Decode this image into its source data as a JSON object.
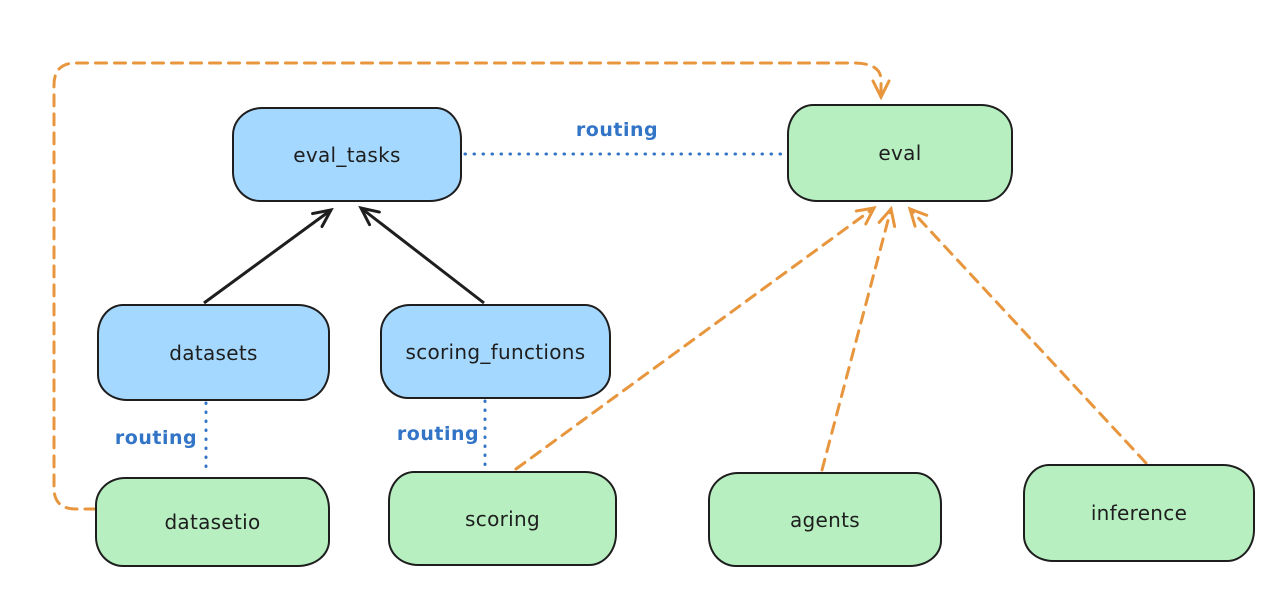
{
  "diagram": {
    "type": "architecture-flow",
    "nodes": [
      {
        "id": "eval_tasks",
        "label": "eval_tasks",
        "kind": "api",
        "fill": "#a5d8ff"
      },
      {
        "id": "eval",
        "label": "eval",
        "kind": "provider",
        "fill": "#b7efc1"
      },
      {
        "id": "datasets",
        "label": "datasets",
        "kind": "api",
        "fill": "#a5d8ff"
      },
      {
        "id": "scoring_functions",
        "label": "scoring_functions",
        "kind": "api",
        "fill": "#a5d8ff"
      },
      {
        "id": "datasetio",
        "label": "datasetio",
        "kind": "provider",
        "fill": "#b7efc1"
      },
      {
        "id": "scoring",
        "label": "scoring",
        "kind": "provider",
        "fill": "#b7efc1"
      },
      {
        "id": "agents",
        "label": "agents",
        "kind": "provider",
        "fill": "#b7efc1"
      },
      {
        "id": "inference",
        "label": "inference",
        "kind": "provider",
        "fill": "#b7efc1"
      }
    ],
    "edges": [
      {
        "from": "datasets",
        "to": "eval_tasks",
        "style": "solid-arrow",
        "color": "#1e1e1e",
        "label": ""
      },
      {
        "from": "scoring_functions",
        "to": "eval_tasks",
        "style": "solid-arrow",
        "color": "#1e1e1e",
        "label": ""
      },
      {
        "from": "eval_tasks",
        "to": "eval",
        "style": "dotted",
        "color": "#3274c6",
        "label": "routing"
      },
      {
        "from": "datasets",
        "to": "datasetio",
        "style": "dotted",
        "color": "#3274c6",
        "label": "routing"
      },
      {
        "from": "scoring_functions",
        "to": "scoring",
        "style": "dotted",
        "color": "#3274c6",
        "label": "routing"
      },
      {
        "from": "datasetio",
        "to": "eval",
        "style": "dashed-arrow",
        "color": "#e8963e",
        "label": ""
      },
      {
        "from": "scoring",
        "to": "eval",
        "style": "dashed-arrow",
        "color": "#e8963e",
        "label": ""
      },
      {
        "from": "agents",
        "to": "eval",
        "style": "dashed-arrow",
        "color": "#e8963e",
        "label": ""
      },
      {
        "from": "inference",
        "to": "eval",
        "style": "dashed-arrow",
        "color": "#e8963e",
        "label": ""
      }
    ],
    "edge_labels": {
      "routing_top": "routing",
      "routing_left": "routing",
      "routing_mid": "routing"
    },
    "colors": {
      "stroke": "#1e1e1e",
      "api_fill": "#a5d8ff",
      "provider_fill": "#b7efc1",
      "orange_dashed": "#e8963e",
      "routing_blue": "#3274c6",
      "background": "#ffffff"
    }
  }
}
